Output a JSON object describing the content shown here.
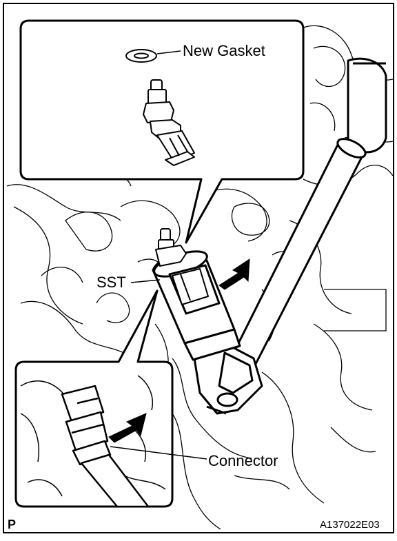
{
  "labels": {
    "new_gasket": "New Gasket",
    "sst": "SST",
    "connector": "Connector"
  },
  "footer": {
    "page_mark": "P",
    "figure_id": "A137022E03"
  }
}
